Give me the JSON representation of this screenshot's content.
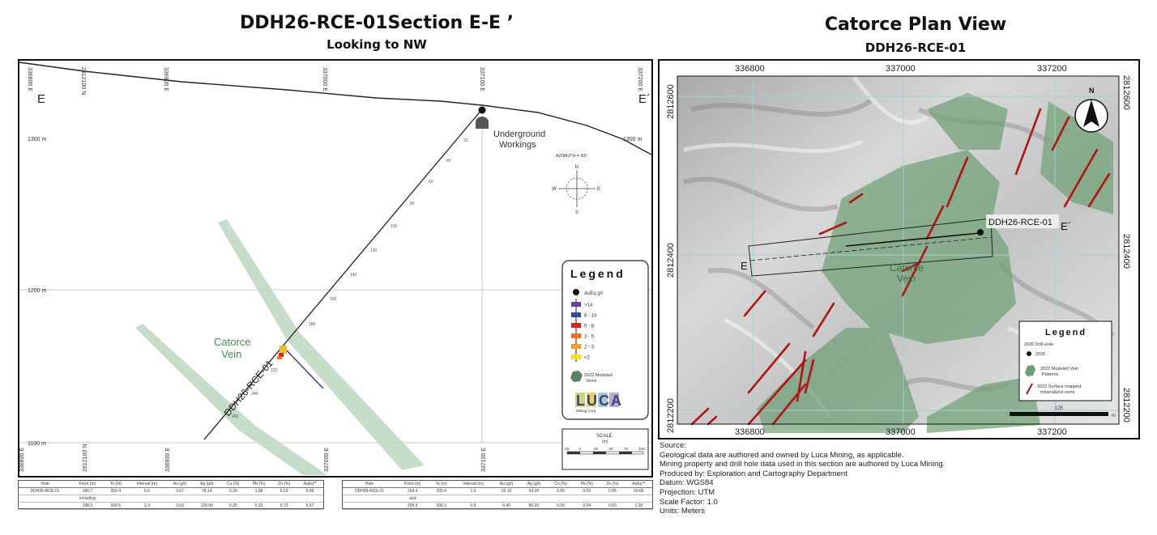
{
  "section": {
    "title": "DDH26-RCE-01Section E-E ’",
    "subtitle": "Looking to NW",
    "end_left": "E",
    "end_right": "E´",
    "top_axis_labels": [
      "336800 E",
      "2812100 N",
      "336900 E",
      "337000 E",
      "337100 E",
      "337200 E"
    ],
    "bottom_axis_labels": [
      "336800 E",
      "2812100 N",
      "336900 E",
      "337000 E",
      "337100 E"
    ],
    "elevation_labels": [
      "1300 m",
      "1200 m",
      "1100 m"
    ],
    "elevation_right": "1300 m",
    "underground_label_1": "Underground",
    "underground_label_2": "Workings",
    "azimuth": "AZIMUTH = 83°",
    "compass_n": "N",
    "compass_s": "S",
    "compass_w": "W",
    "compass_e": "E",
    "vein_label_1": "Catorce",
    "vein_label_2": "Vein",
    "hole_label": "DDH26-RCE-01",
    "legend": {
      "title": "Legend",
      "aueq_label": "AuEq g/t",
      "grades": [
        {
          "label": ">14",
          "color": "#6a3fa0"
        },
        {
          "label": "8 - 14",
          "color": "#2f4aa0"
        },
        {
          "label": "5 - 8",
          "color": "#e02020"
        },
        {
          "label": "3 - 5",
          "color": "#f07020"
        },
        {
          "label": "2 - 3",
          "color": "#f0a020"
        },
        {
          "label": "<2",
          "color": "#f0e020"
        }
      ],
      "modeled_label_1": "2022 Modeled",
      "modeled_label_2": "Veins",
      "logo_text": "LUCA",
      "logo_sub": "Mining Corp."
    },
    "scale": {
      "title": "SCALE",
      "unit": "(m)",
      "ticks": [
        "-25",
        "0",
        "25",
        "50",
        "75",
        "100"
      ]
    }
  },
  "plan": {
    "title": "Catorce Plan View",
    "subtitle": "DDH26-RCE-01",
    "x_labels": [
      "336800",
      "337000",
      "337200"
    ],
    "y_labels": [
      "2812600",
      "2812400",
      "2812200"
    ],
    "hole_label": "DDH26-RCE-01",
    "section_e": "E",
    "section_e_prime": "E´",
    "vein_label_1": "Catorce",
    "vein_label_2": "Vein",
    "north": "N",
    "legend": {
      "title": "Legend",
      "drill_heading": "2026 Drill Hole",
      "drill_item": "2026",
      "modeled_1": "2022 Modeled Vein",
      "modeled_2": "Patterns",
      "surface_1": "2022 Surface mapped",
      "surface_2": "mineralized veins",
      "scale_value": "125",
      "scale_unit": "m"
    }
  },
  "tables": {
    "left": {
      "headers": [
        "Hole",
        "From (m)",
        "To (m)",
        "Interval (m)",
        "Au (g/t)",
        "Ag (g/t)",
        "Cu (%)",
        "Pb (%)",
        "Zn (%)",
        "AuEq**"
      ],
      "rows": [
        [
          "DDH26-RCE-01",
          "196.7",
          "202.4",
          "5.6",
          "3.67",
          "78.14",
          "0.20",
          "1.68",
          "5.63",
          "5.89"
        ],
        [
          "",
          "including",
          "",
          "",
          "",
          "",
          "",
          "",
          "",
          ""
        ],
        [
          "",
          "198.3",
          "200.6",
          "2.3",
          "3.63",
          "120.90",
          "0.20",
          "0.02",
          "0.73",
          "5.57"
        ]
      ]
    },
    "right": {
      "headers": [
        "Hole",
        "From (m)",
        "To (m)",
        "Interval (m)",
        "Au (g/t)",
        "Ag (g/t)",
        "Cu (%)",
        "Pb (%)",
        "Zn (%)",
        "AuEq**"
      ],
      "rows": [
        [
          "DDH26-RCE-01",
          "203.4",
          "205.4",
          "1.0",
          "20.10",
          "54.20",
          "0.00",
          "0.03",
          "0.05",
          "20.65"
        ],
        [
          "",
          "and",
          "",
          "",
          "",
          "",
          "",
          "",
          "",
          ""
        ],
        [
          "",
          "205.5",
          "206.3",
          "0.8",
          "0.40",
          "80.00",
          "0.00",
          "0.04",
          "0.03",
          "1.38"
        ]
      ]
    }
  },
  "sources": [
    "Source:",
    "Geological data are authored and owned by Luca Mining, as applicable.",
    "Mining property and drill hole data used in this section are authored by Luca Mining.",
    "Produced by: Exploration and Cartography Department",
    "Datum: WGS84",
    "Projection: UTM",
    "Scale Factor: 1.0",
    "Units: Meters"
  ]
}
